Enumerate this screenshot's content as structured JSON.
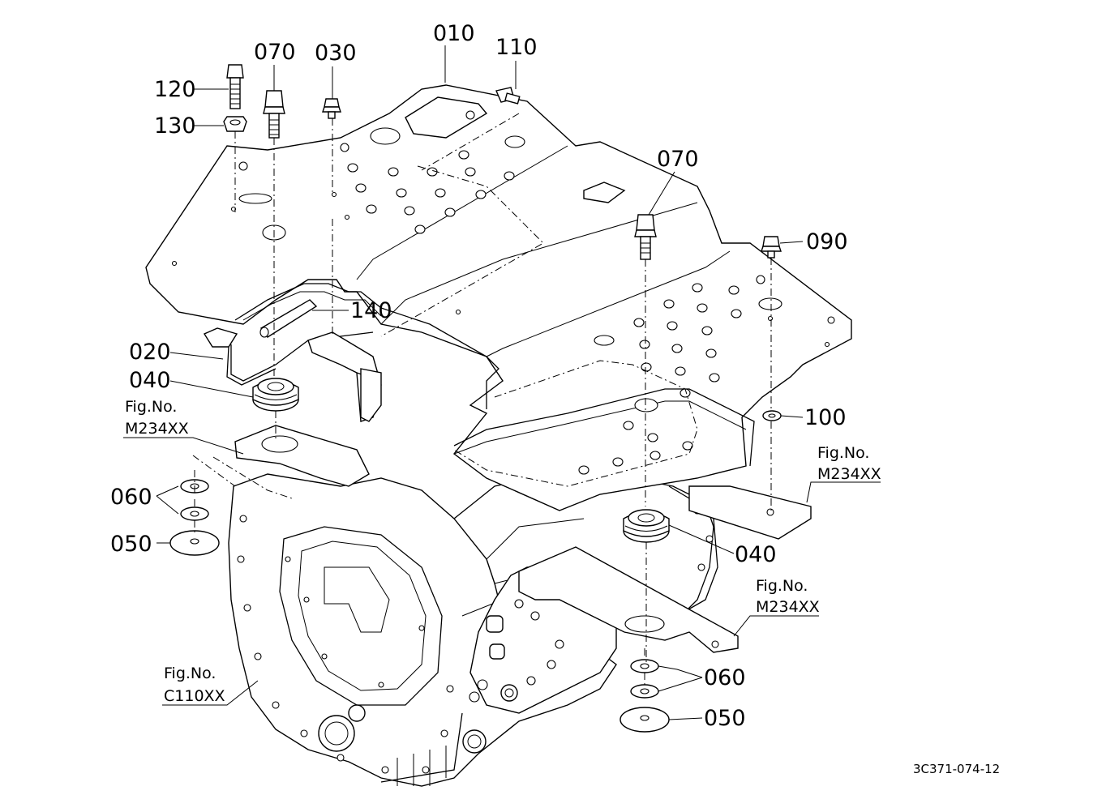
{
  "labels": {
    "p010": "010",
    "p020": "020",
    "p030": "030",
    "p040_left": "040",
    "p040_right": "040",
    "p050_left": "050",
    "p050_right": "050",
    "p060_left": "060",
    "p060_right": "060",
    "p070_left": "070",
    "p070_right": "070",
    "p090": "090",
    "p100": "100",
    "p110": "110",
    "p120": "120",
    "p130": "130",
    "p140": "140"
  },
  "fig_refs": {
    "left_top": {
      "line1": "Fig.No.",
      "line2": "M234XX"
    },
    "right_top": {
      "line1": "Fig.No.",
      "line2": "M234XX"
    },
    "right_mid": {
      "line1": "Fig.No.",
      "line2": "M234XX"
    },
    "left_bottom": {
      "line1": "Fig.No.",
      "line2": "C110XX"
    }
  },
  "drawing_code": "3C371-074-12"
}
